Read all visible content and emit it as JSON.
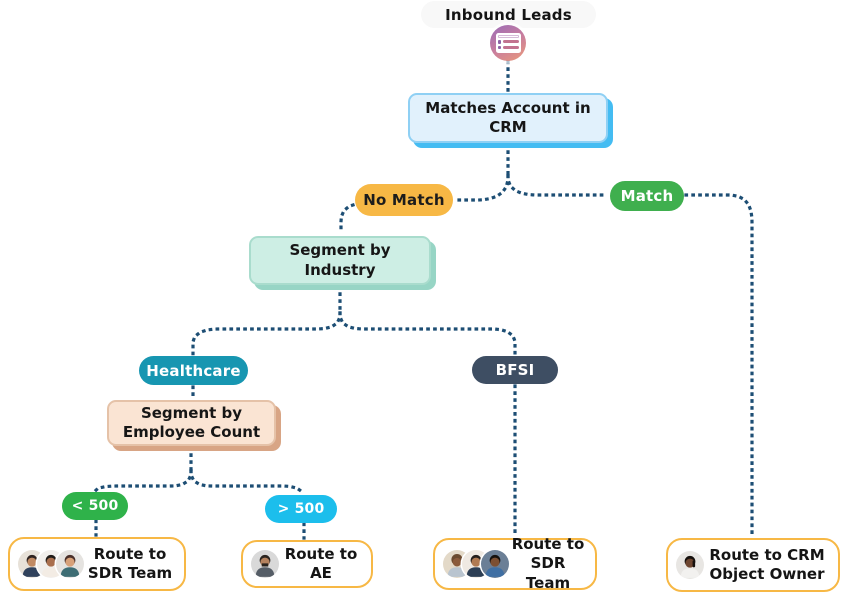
{
  "title": "Inbound Leads",
  "icons": {
    "inbound_leads": "lead-form-icon"
  },
  "nodes": {
    "crm_check": {
      "label": "Matches Account in CRM"
    },
    "segment_industry": {
      "label": "Segment by Industry"
    },
    "segment_employee": {
      "label": "Segment by Employee Count"
    }
  },
  "edges": {
    "no_match": {
      "label": "No Match",
      "color": "#f7b845"
    },
    "match": {
      "label": "Match",
      "color": "#3faf4e"
    },
    "healthcare": {
      "label": "Healthcare",
      "color": "#1796b1"
    },
    "bfsi": {
      "label": "BFSI",
      "color": "#3e4e63"
    },
    "under_500": {
      "label": "< 500",
      "color": "#2fb24a"
    },
    "over_500": {
      "label": "> 500",
      "color": "#1cbeec"
    }
  },
  "routes": {
    "sdr_team_left": {
      "label": "Route to SDR Team",
      "avatar_count": 3
    },
    "ae": {
      "label": "Route to AE",
      "avatar_count": 1
    },
    "sdr_team_mid": {
      "label": "Route to SDR Team",
      "avatar_count": 3
    },
    "crm_owner": {
      "label": "Route to CRM Object Owner",
      "avatar_count": 1
    }
  },
  "colors": {
    "connector": "#1d4e74",
    "process_blue_fill": "#e1f1fc",
    "process_blue_shadow": "#44bcf2",
    "process_teal_fill": "#cdeee4",
    "process_teal_shadow": "#97d5c5",
    "process_peach_fill": "#fae4d3",
    "process_peach_shadow": "#d8a585",
    "route_border": "#f7b845"
  }
}
